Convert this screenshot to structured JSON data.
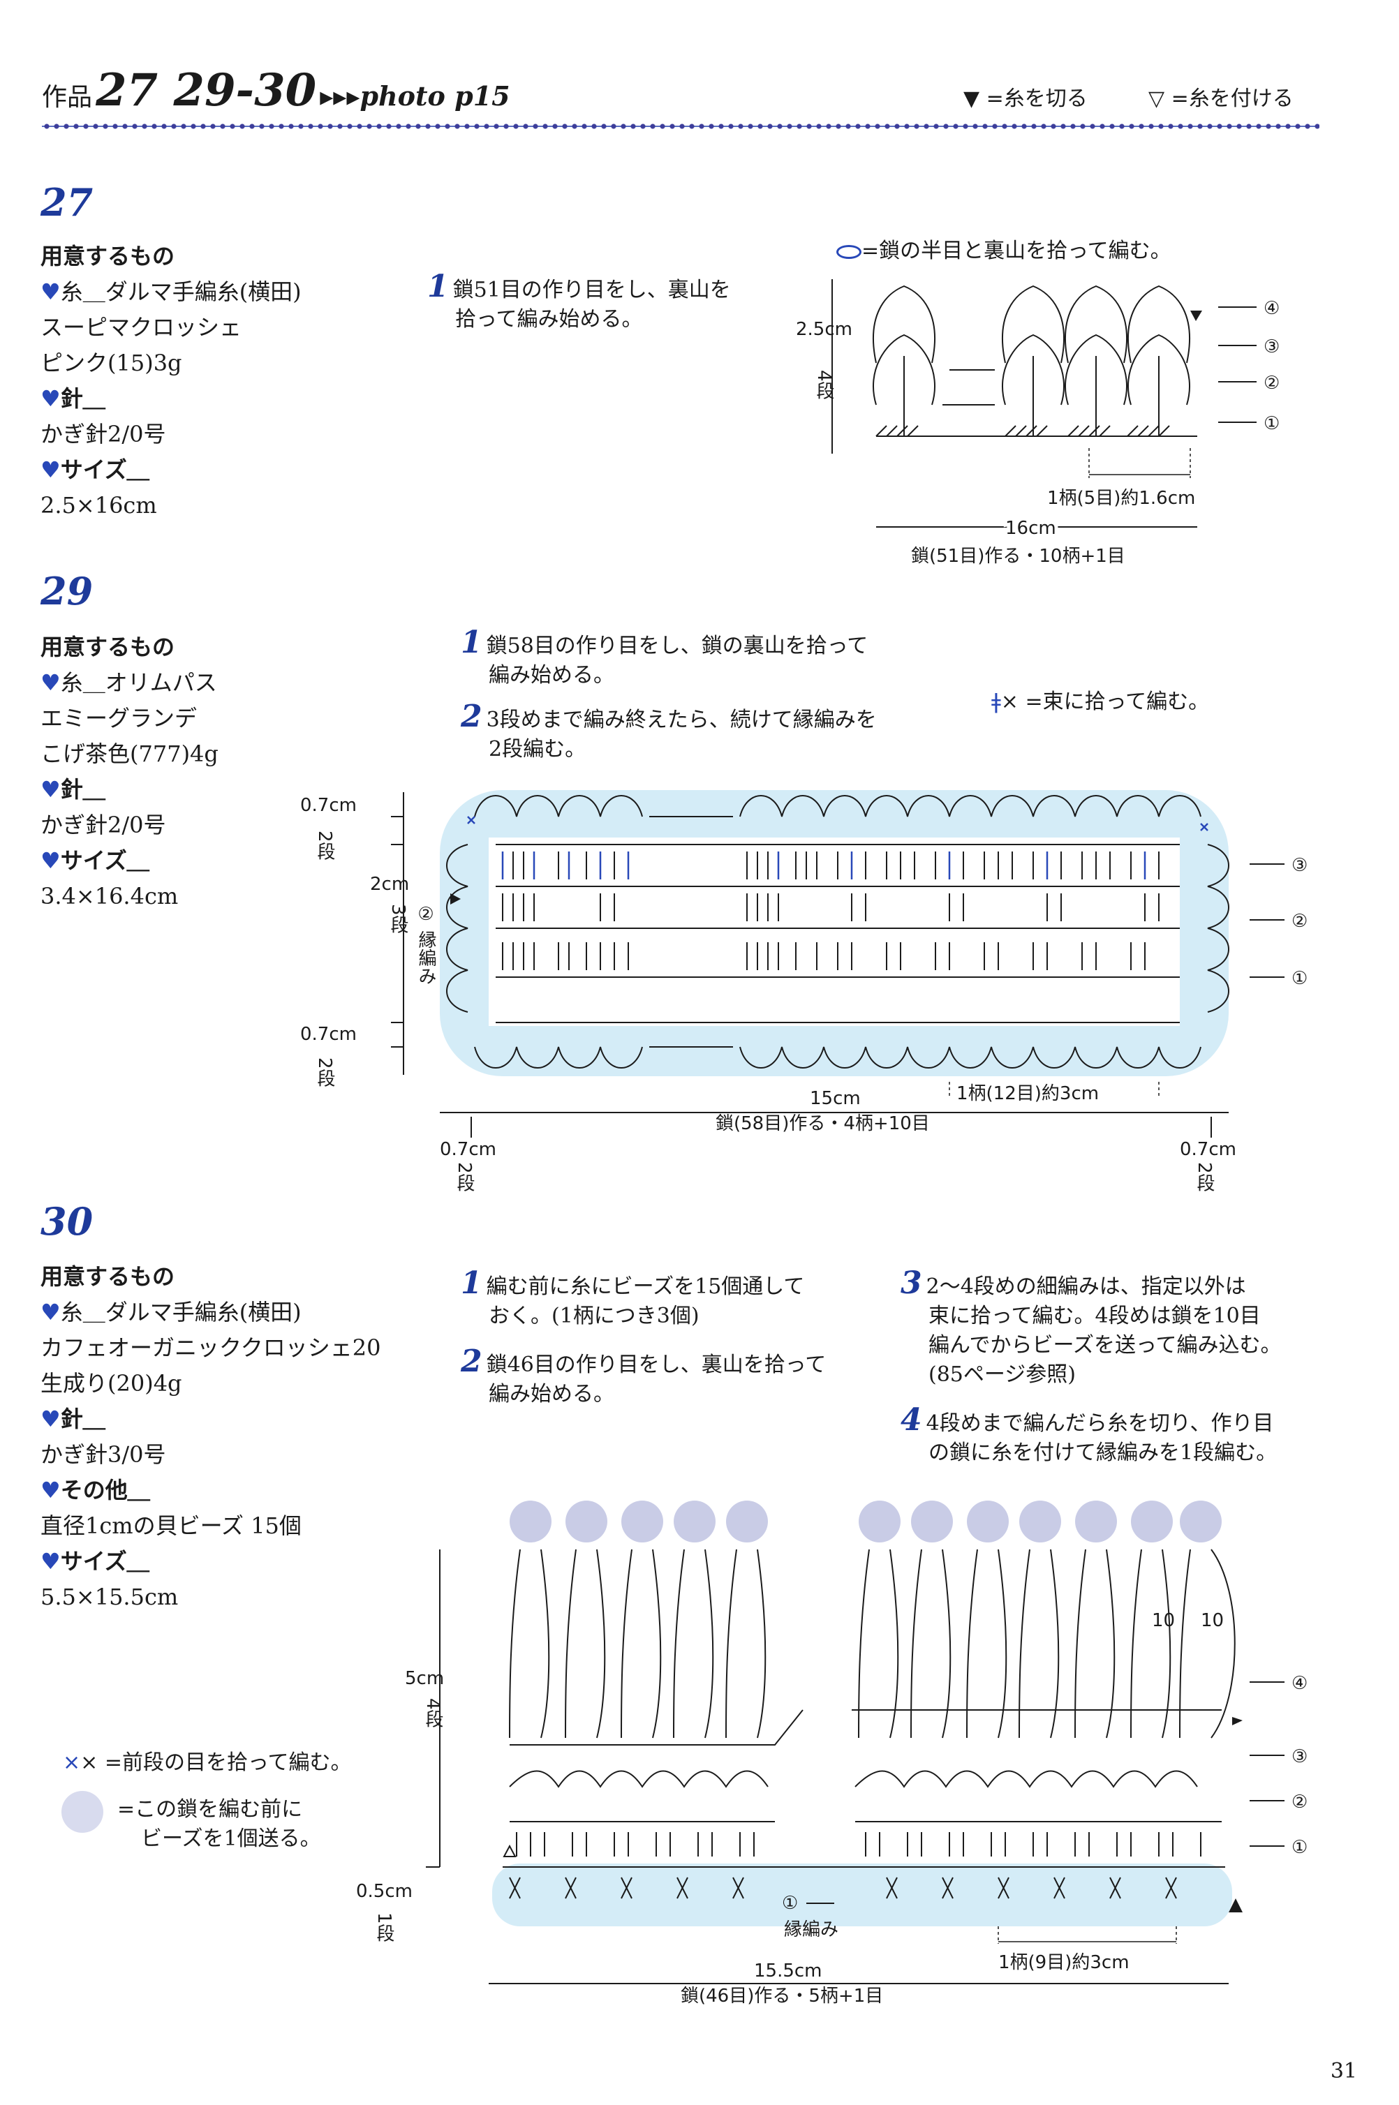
{
  "header": {
    "kind": "作品",
    "numbers": "27 29-30",
    "photo": "▸▸▸photo p15",
    "legend_cut": "▼ =糸を切る",
    "legend_attach": "▽ =糸を付ける"
  },
  "sections": [
    {
      "number": "27",
      "materials": [
        {
          "text": "用意するもの",
          "heart": false,
          "bold": true
        },
        {
          "text": "糸＿ダルマ手編糸(横田)",
          "heart": true
        },
        {
          "text": "スーピマクロッシェ",
          "heart": false
        },
        {
          "text": "ピンク(15)3g",
          "heart": false
        },
        {
          "text": "針＿",
          "heart": true
        },
        {
          "text": "かぎ針2/0号",
          "heart": false
        },
        {
          "text": "サイズ＿",
          "heart": true
        },
        {
          "text": "2.5×16cm",
          "heart": false
        }
      ],
      "steps": [
        {
          "num": "1",
          "lines": [
            "鎖51目の作り目をし、裏山を",
            "拾って編み始める。"
          ]
        }
      ],
      "note": "=鎖の半目と裏山を拾って編む。",
      "diagram": {
        "height_label": "2.5cm",
        "rows_label": "4段",
        "rows": [
          "④",
          "③",
          "②",
          "①"
        ],
        "pattern_label": "1柄(5目)約1.6cm",
        "width_label": "16cm",
        "chain_label": "鎖(51目)作る・10柄+1目"
      }
    },
    {
      "number": "29",
      "materials": [
        {
          "text": "用意するもの",
          "heart": false,
          "bold": true
        },
        {
          "text": "糸＿オリムパス",
          "heart": true
        },
        {
          "text": "エミーグランデ",
          "heart": false
        },
        {
          "text": "こげ茶色(777)4g",
          "heart": false
        },
        {
          "text": "針＿",
          "heart": true
        },
        {
          "text": "かぎ針2/0号",
          "heart": false
        },
        {
          "text": "サイズ＿",
          "heart": true
        },
        {
          "text": "3.4×16.4cm",
          "heart": false
        }
      ],
      "steps": [
        {
          "num": "1",
          "lines": [
            "鎖58目の作り目をし、鎖の裏山を拾って",
            "編み始める。"
          ]
        },
        {
          "num": "2",
          "lines": [
            "3段めまで編み終えたら、続けて縁編みを",
            "2段編む。"
          ]
        }
      ],
      "note": "× =束に拾って編む。",
      "diagram": {
        "top_label": "0.7cm",
        "top_rows": "2段",
        "mid_label": "2cm",
        "mid_rows": "3段",
        "edge_label": "② 縁編み",
        "bottom_label": "0.7cm",
        "bottom_rows": "2段",
        "rows": [
          "③",
          "②",
          "①"
        ],
        "pattern_label": "1柄(12目)約3cm",
        "width_label": "15cm",
        "chain_label": "鎖(58目)作る・4柄+10目",
        "left_label": "0.7cm",
        "left_rows": "2段",
        "right_label": "0.7cm",
        "right_rows": "2段"
      }
    },
    {
      "number": "30",
      "materials": [
        {
          "text": "用意するもの",
          "heart": false,
          "bold": true
        },
        {
          "text": "糸＿ダルマ手編糸(横田)",
          "heart": true
        },
        {
          "text": "カフェオーガニッククロッシェ20",
          "heart": false
        },
        {
          "text": "生成り(20)4g",
          "heart": false
        },
        {
          "text": "針＿",
          "heart": true
        },
        {
          "text": "かぎ針3/0号",
          "heart": false
        },
        {
          "text": "その他＿",
          "heart": true
        },
        {
          "text": "直径1cmの貝ビーズ 15個",
          "heart": false
        },
        {
          "text": "サイズ＿",
          "heart": true
        },
        {
          "text": "5.5×15.5cm",
          "heart": false
        }
      ],
      "steps": [
        {
          "num": "1",
          "lines": [
            "編む前に糸にビーズを15個通して",
            "おく。(1柄につき3個)"
          ]
        },
        {
          "num": "2",
          "lines": [
            "鎖46目の作り目をし、裏山を拾って",
            "編み始める。"
          ]
        },
        {
          "num": "3",
          "lines": [
            "2〜4段めの細編みは、指定以外は",
            "束に拾って編む。4段めは鎖を10目",
            "編んでからビーズを送って編み込む。",
            "(85ページ参照)"
          ]
        },
        {
          "num": "4",
          "lines": [
            "4段めまで編んだら糸を切り、作り目",
            "の鎖に糸を付けて縁編みを1段編む。"
          ]
        }
      ],
      "notes": [
        "× =前段の目を拾って編む。",
        "=この鎖を編む前に",
        "ビーズを1個送る。"
      ],
      "diagram": {
        "height_label": "5cm",
        "rows_label": "4段",
        "ten_a": "10",
        "ten_b": "10",
        "rows": [
          "④",
          "③",
          "②",
          "①"
        ],
        "edge_num": "①",
        "edge_label": "縁編み",
        "bottom_label": "0.5cm",
        "bottom_rows": "1段",
        "pattern_label": "1柄(9目)約3cm",
        "width_label": "15.5cm",
        "chain_label": "鎖(46目)作る・5柄+1目"
      }
    }
  ],
  "page_number": "31",
  "colors": {
    "accent": "#1e3a9a",
    "heart": "#2848b8",
    "edging": "#d4ecf7",
    "bead": "#c9cce6"
  }
}
